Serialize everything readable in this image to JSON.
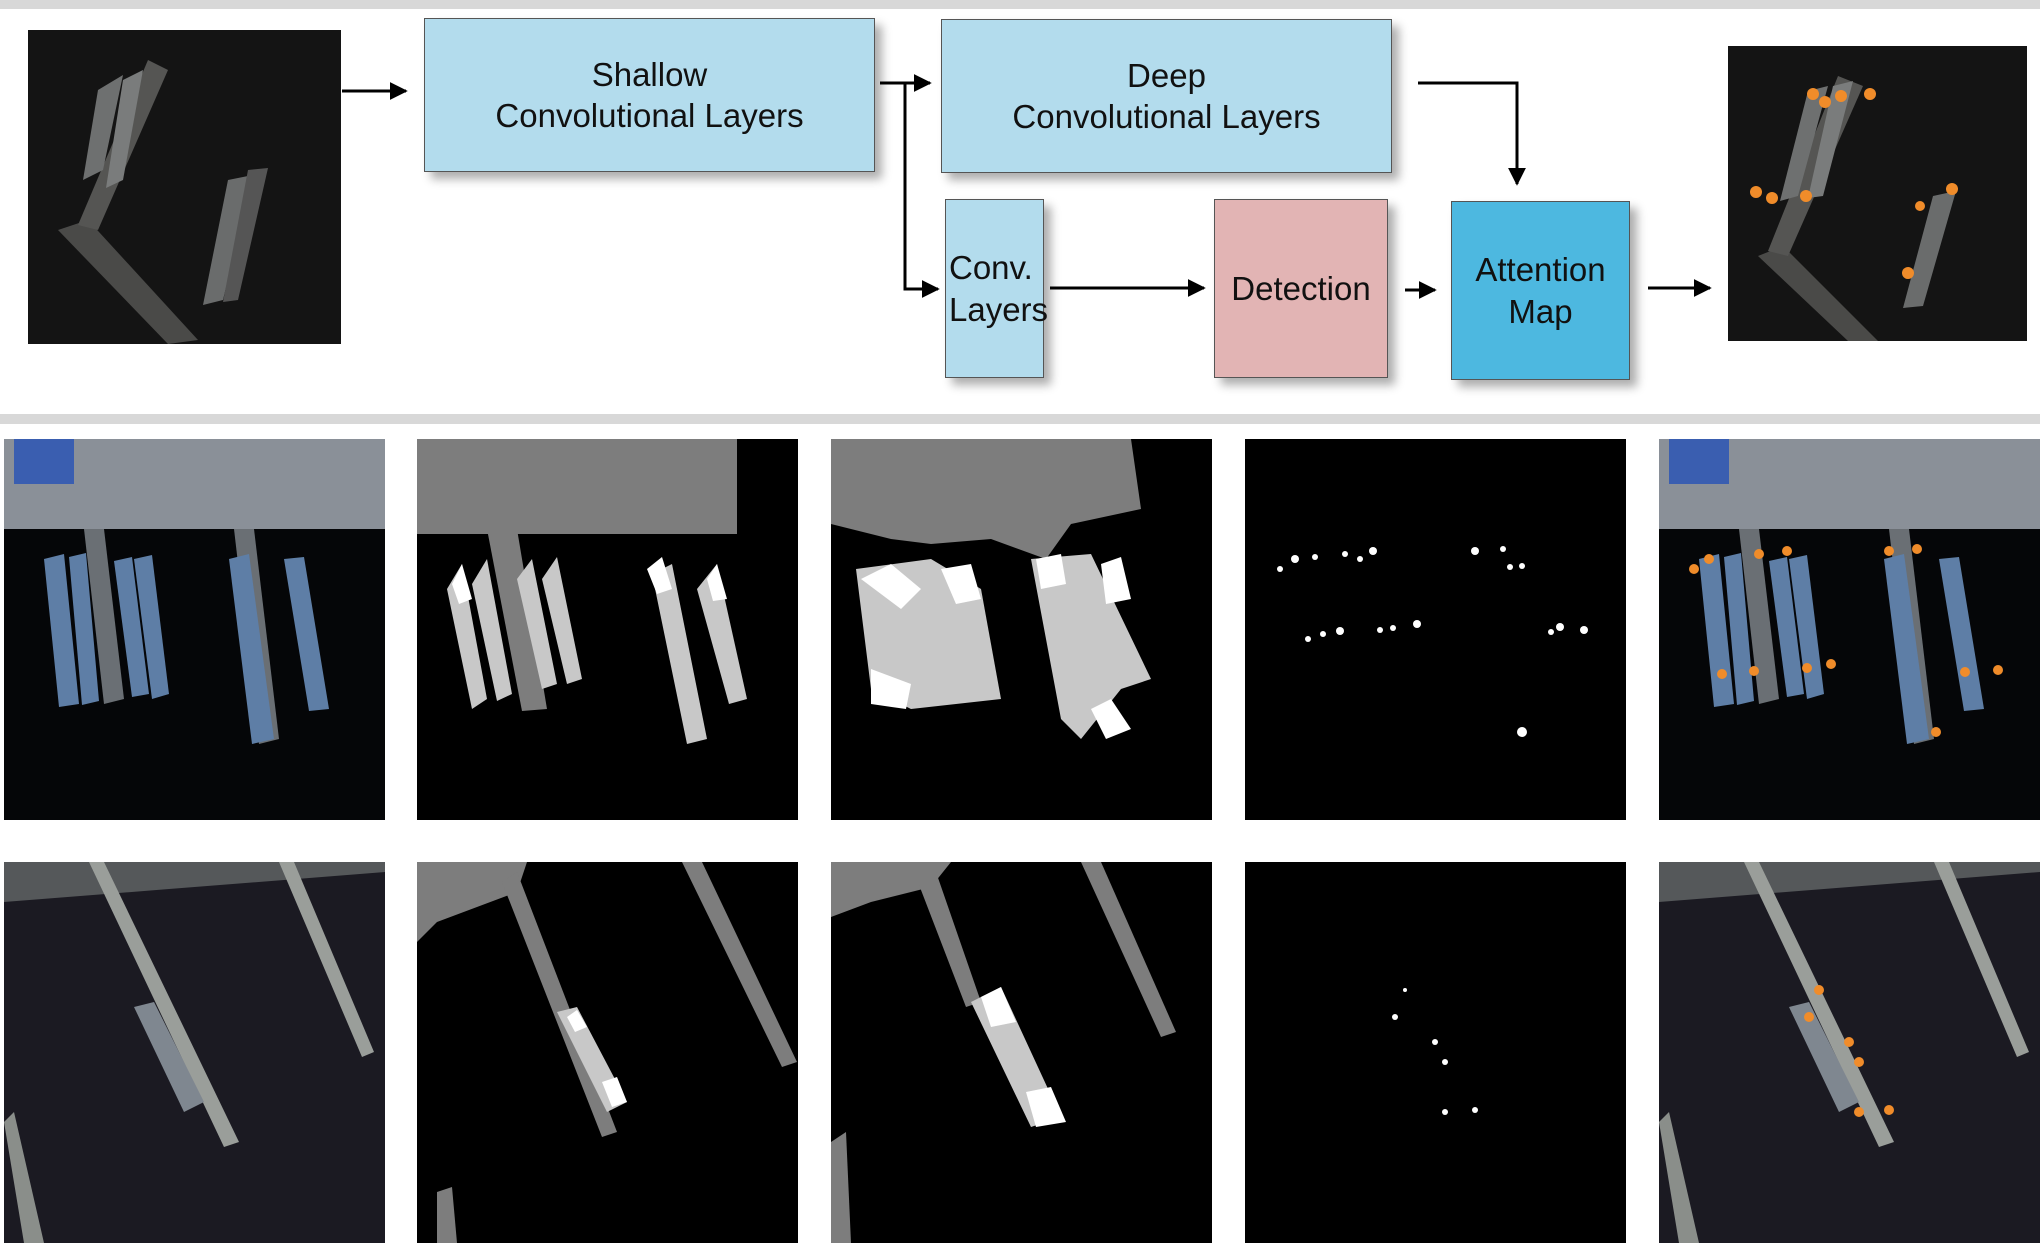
{
  "pipeline": {
    "shallow_label": "Shallow\nConvolutional Layers",
    "deep_label": "Deep\nConvolutional Layers",
    "conv_label": "Conv.\nLayers",
    "detection_label": "Detection",
    "attention_label": "Attention\nMap"
  },
  "colors": {
    "conv_box": "#b3dced",
    "detection_box": "#e2b4b4",
    "attention_box": "#4db8e0",
    "keypoint": "#f08c2a",
    "mask_gray": "#7d7d7d",
    "mask_light": "#c8c8c8",
    "mask_white": "#ffffff"
  },
  "results": {
    "rows": 2,
    "columns": [
      "input image",
      "shallow segmentation map",
      "deep segmentation map",
      "keypoint detection map",
      "output keypoints"
    ]
  }
}
